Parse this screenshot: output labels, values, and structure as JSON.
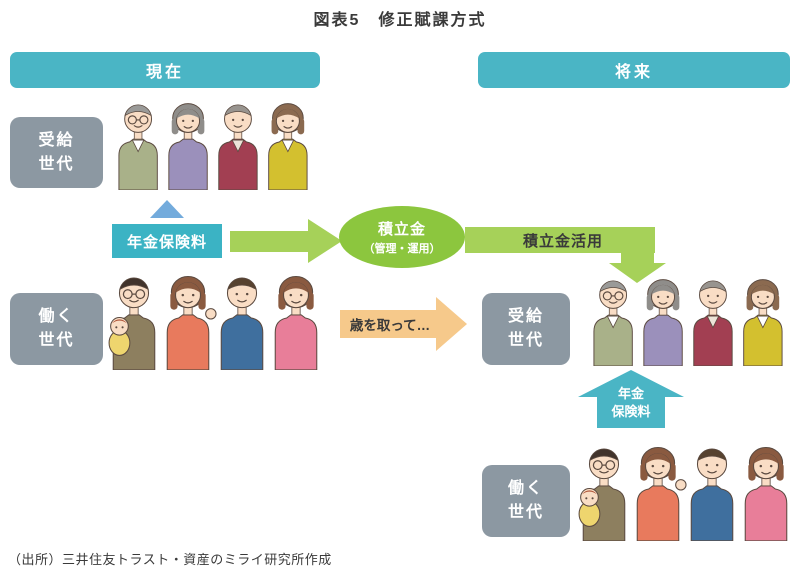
{
  "title": "図表5　修正賦課方式",
  "headers": {
    "present": "現在",
    "future": "将来"
  },
  "boxes": {
    "recipients_now": "受給\n世代",
    "workers_now": "働く\n世代",
    "recipients_future": "受給\n世代",
    "workers_future": "働く\n世代"
  },
  "labels": {
    "premium_now": "年金保険料",
    "fund_line1": "積立金",
    "fund_line2": "（管理・運用）",
    "fund_use": "積立金活用",
    "aging": "歳を取って…",
    "premium_future": "年金\n保険料"
  },
  "source_note": "（出所）三井住友トラスト・資産のミライ研究所作成",
  "colors": {
    "teal": "#4ab5c5",
    "teal-label": "#3bb3c4",
    "gray": "#8c98a2",
    "green": "#8cc63e",
    "green-light": "#a6d159",
    "blue": "#73abdc",
    "orange": "#f6c98b",
    "text-dark": "#3a3a3a",
    "skin": "#f9ddc5",
    "outline": "#5b4a40"
  },
  "icons": {
    "premium_up_triangle": "up-triangle-icon",
    "fund_inflow_arrow": "right-arrow-icon",
    "fund_use_arrow": "elbow-down-arrow-icon",
    "aging_arrow": "right-arrow-icon",
    "premium_up_arrow": "up-block-arrow-icon"
  },
  "people_groups": {
    "elderly": [
      {
        "name": "grandfather-green-vest",
        "female": false,
        "hair": "#9a9a98",
        "top": "#a9b189",
        "glasses": true,
        "vneck": "#ffffff"
      },
      {
        "name": "grandmother-purple-cardigan",
        "female": true,
        "hair": "#8f8d8a",
        "top": "#9b90bb"
      },
      {
        "name": "grandfather-maroon-sweater",
        "female": false,
        "hair": "#98948f",
        "top": "#a23f52",
        "vneck": "#ece4d8"
      },
      {
        "name": "grandmother-mustard-jacket",
        "female": true,
        "hair": "#8b6a50",
        "top": "#d3c02f",
        "vneck": "#ffffff"
      }
    ],
    "working": [
      {
        "name": "father-with-baby",
        "female": false,
        "hair": "#41332b",
        "top": "#8d7f5f",
        "glasses": true,
        "baby": true
      },
      {
        "name": "mother-waving",
        "female": true,
        "hair": "#8a5a40",
        "top": "#e87a5d",
        "waving": true
      },
      {
        "name": "young-man-denim",
        "female": false,
        "hair": "#57422f",
        "top": "#3f6f9e"
      },
      {
        "name": "young-woman-pink",
        "female": true,
        "hair": "#8a5a40",
        "top": "#e87e99"
      }
    ]
  }
}
